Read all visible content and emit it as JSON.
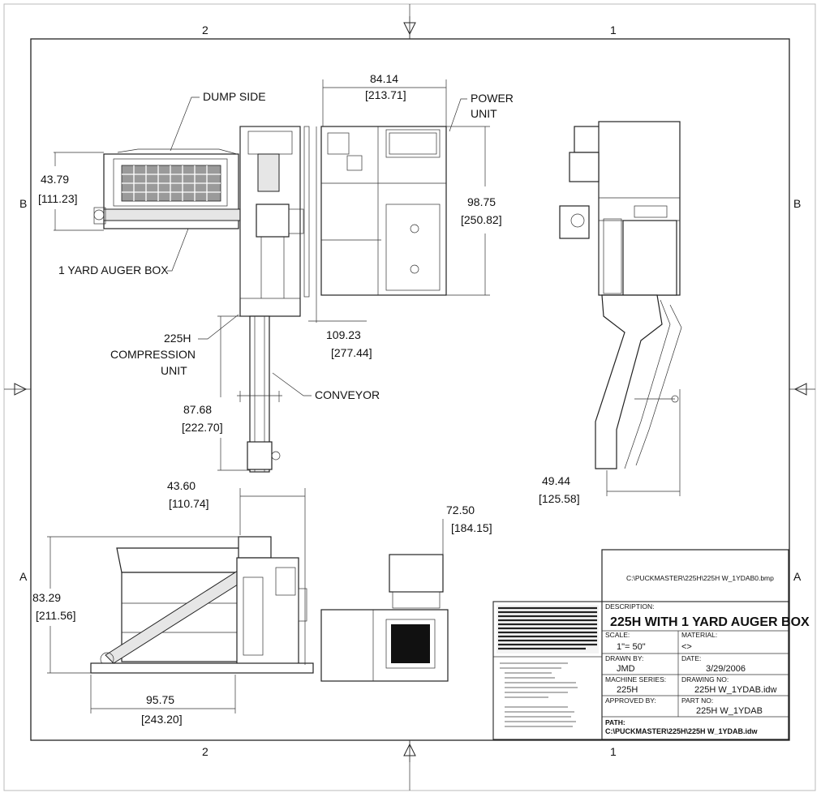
{
  "zones": {
    "top_left": "2",
    "top_right": "1",
    "bottom_left": "2",
    "bottom_right": "1",
    "left_upper": "B",
    "right_upper": "B",
    "left_lower": "A",
    "right_lower": "A"
  },
  "labels": {
    "dump_side": "DUMP SIDE",
    "auger_box": "1 YARD AUGER BOX",
    "power_unit_1": "POWER",
    "power_unit_2": "UNIT",
    "compression_1": "225H",
    "compression_2": "COMPRESSION",
    "compression_3": "UNIT",
    "conveyor": "CONVEYOR"
  },
  "dimensions": {
    "d1_in": "43.79",
    "d1_mm": "[111.23]",
    "d2_in": "84.14",
    "d2_mm": "[213.71]",
    "d3_in": "98.75",
    "d3_mm": "[250.82]",
    "d4_in": "109.23",
    "d4_mm": "[277.44]",
    "d5_in": "87.68",
    "d5_mm": "[222.70]",
    "d6_in": "49.44",
    "d6_mm": "[125.58]",
    "d7_in": "43.60",
    "d7_mm": "[110.74]",
    "d8_in": "72.50",
    "d8_mm": "[184.15]",
    "d9_in": "83.29",
    "d9_mm": "[211.56]",
    "d10_in": "95.75",
    "d10_mm": "[243.20]"
  },
  "title_block": {
    "file_path": "C:\\PUCKMASTER\\225H\\225H W_1YDAB0.bmp",
    "description_label": "DESCRIPTION:",
    "description": "225H WITH 1 YARD AUGER BOX",
    "scale_label": "SCALE:",
    "scale": "1\"= 50\"",
    "material_label": "MATERIAL:",
    "material": "<>",
    "drawn_by_label": "DRAWN BY:",
    "drawn_by": "JMD",
    "date_label": "DATE:",
    "date": "3/29/2006",
    "machine_series_label": "MACHINE SERIES:",
    "machine_series": "225H",
    "drawing_no_label": "DRAWING NO:",
    "drawing_no": "225H W_1YDAB.idw",
    "approved_by_label": "APPROVED BY:",
    "part_no_label": "PART NO:",
    "part_no": "225H W_1YDAB",
    "path_label": "PATH:",
    "path": "C:\\PUCKMASTER\\225H\\225H W_1YDAB.idw"
  }
}
